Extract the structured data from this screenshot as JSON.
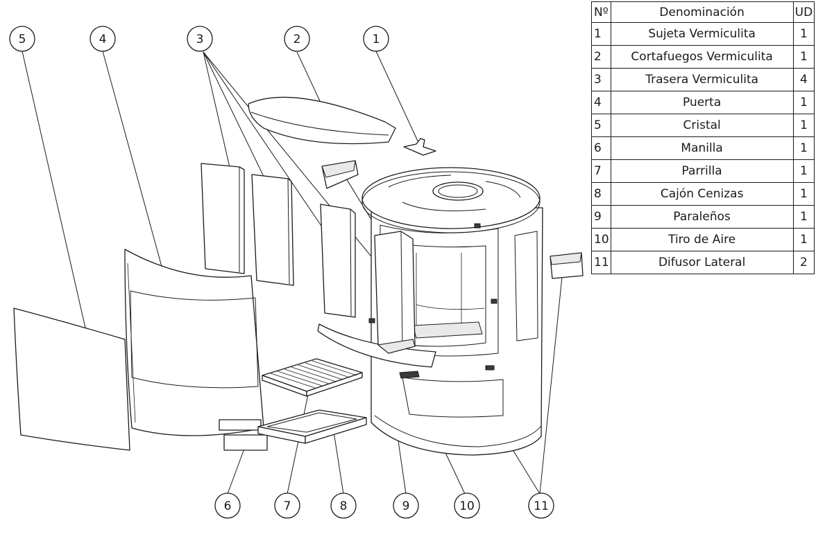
{
  "table": {
    "headers": {
      "number": "Nº",
      "name": "Denominación",
      "quantity": "UD"
    },
    "rows": [
      {
        "number": "1",
        "name": "Sujeta Vermiculita",
        "quantity": "1"
      },
      {
        "number": "2",
        "name": "Cortafuegos Vermiculita",
        "quantity": "1"
      },
      {
        "number": "3",
        "name": "Trasera Vermiculita",
        "quantity": "4"
      },
      {
        "number": "4",
        "name": "Puerta",
        "quantity": "1"
      },
      {
        "number": "5",
        "name": "Cristal",
        "quantity": "1"
      },
      {
        "number": "6",
        "name": "Manilla",
        "quantity": "1"
      },
      {
        "number": "7",
        "name": "Parrilla",
        "quantity": "1"
      },
      {
        "number": "8",
        "name": "Cajón Cenizas",
        "quantity": "1"
      },
      {
        "number": "9",
        "name": "Paraleños",
        "quantity": "1"
      },
      {
        "number": "10",
        "name": "Tiro de Aire",
        "quantity": "1"
      },
      {
        "number": "11",
        "name": "Difusor Lateral",
        "quantity": "2"
      }
    ]
  },
  "callouts": [
    "5",
    "4",
    "3",
    "2",
    "1",
    "6",
    "7",
    "8",
    "9",
    "10",
    "11"
  ]
}
